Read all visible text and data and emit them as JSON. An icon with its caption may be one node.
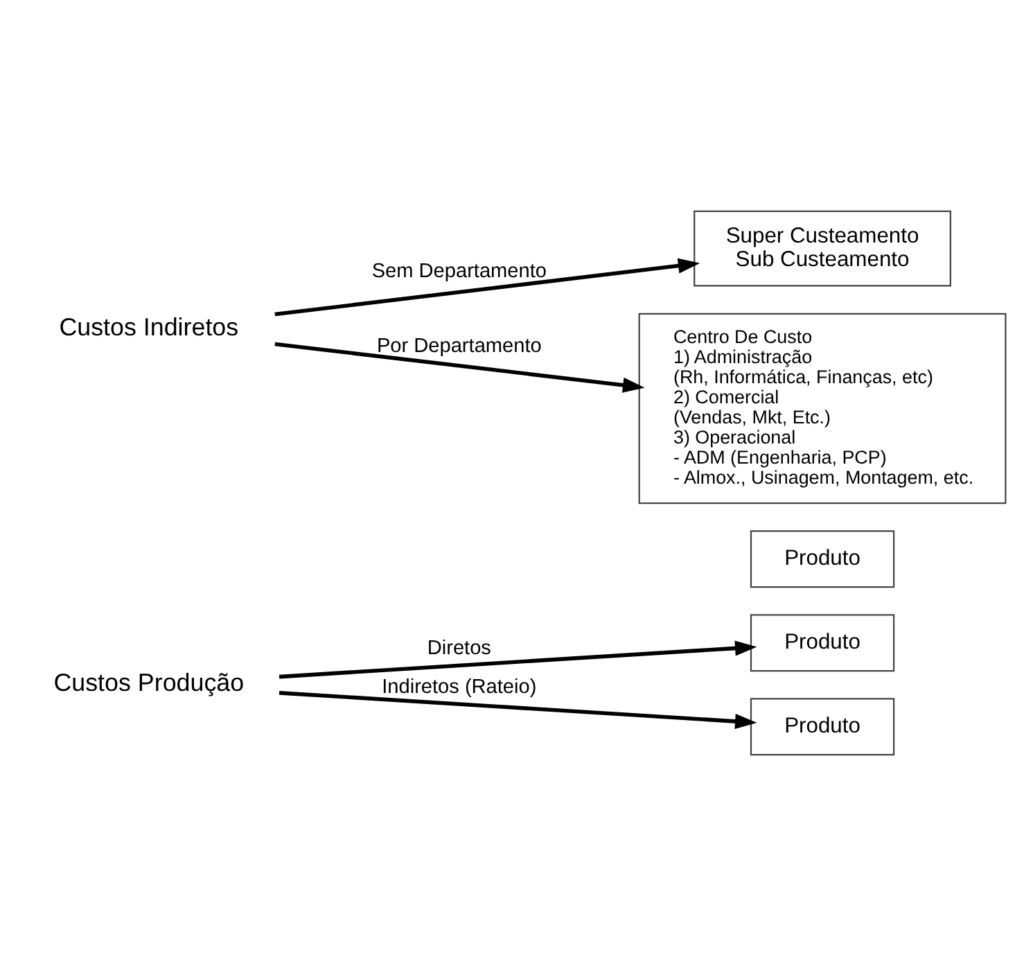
{
  "diagram": {
    "nodes": [
      {
        "text": [
          "Custos Produção"
        ]
      },
      {
        "text": [
          "Produto"
        ]
      },
      {
        "text": [
          "Produto"
        ]
      },
      {
        "text": [
          "Produto"
        ]
      },
      {
        "text": [
          "Custos Indiretos"
        ]
      },
      {
        "text": [
          "Super Custeamento",
          "Sub Custeamento"
        ]
      },
      {
        "text": [
          "Centro De Custo",
          "1) Administração",
          "(Rh, Informática, Finanças, etc)",
          "2) Comercial",
          "(Vendas, Mkt, Etc.)",
          "3) Operacional",
          "- ADM (Engenharia, PCP)",
          "- Almox., Usinagem, Montagem, etc."
        ]
      }
    ],
    "edges": [
      {
        "from": 0,
        "to": 1,
        "arrow": "to",
        "label": "Diretos"
      },
      {
        "from": 0,
        "to": 3,
        "arrow": "to",
        "label": "Indiretos (Rateio)"
      },
      {
        "from": 4,
        "to": 5,
        "arrow": "to",
        "label": "Sem Departamento"
      },
      {
        "from": 4,
        "to": 6,
        "arrow": "to",
        "label": "Por Departamento"
      }
    ]
  }
}
